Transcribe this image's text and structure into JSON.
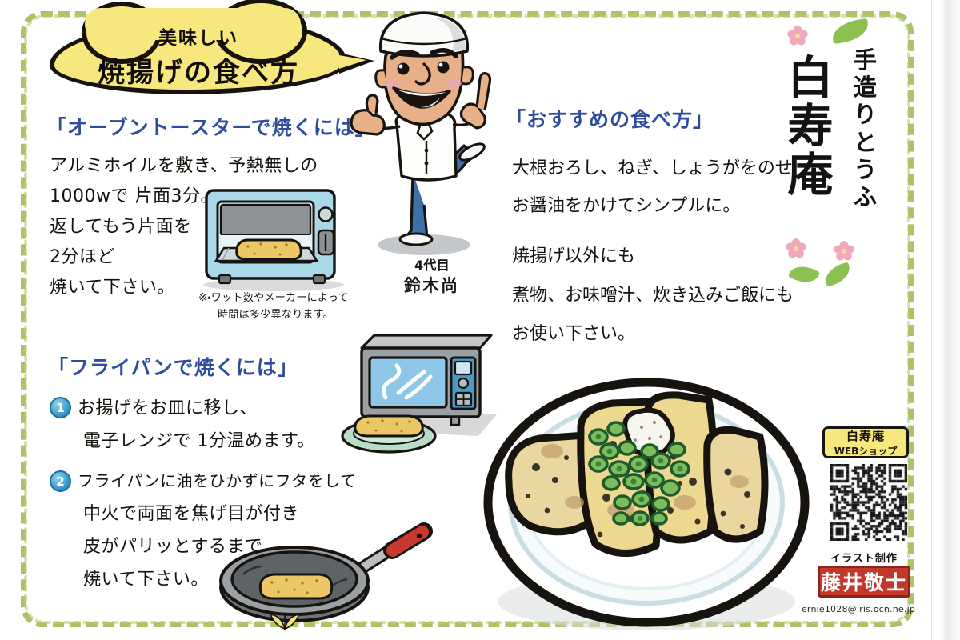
{
  "title_bubble": {
    "line1": "美味しい",
    "line2": "焼揚げの食べ方"
  },
  "sections": [
    {
      "heading": "「オーブントースターで焼くには」",
      "lines": [
        "アルミホイルを敷き、予熱無しの",
        "1000wで 片面3分。",
        "返してもう片面を",
        "2分ほど",
        "焼いて下さい。"
      ],
      "note": [
        "※・ワット数やメーカーによって",
        "時間は多少異なります。"
      ]
    },
    {
      "heading": "「フライパンで焼くには」",
      "steps": [
        {
          "num": "1",
          "lines": [
            "お揚げをお皿に移し、",
            "電子レンジで 1分温めます。"
          ]
        },
        {
          "num": "2",
          "lines": [
            "フライパンに油をひかずにフタをして",
            "中火で両面を焦げ目が付き",
            "皮がパリッとするまで",
            "焼いて下さい。"
          ]
        }
      ]
    },
    {
      "heading": "「おすすめの食べ方」",
      "lines": [
        "大根おろし、ねぎ、しょうがをのせ",
        "お醤油をかけてシンプルに。",
        "焼揚げ以外にも",
        "煮物、お味噌汁、炊き込みご飯にも",
        "お使い下さい。"
      ]
    }
  ],
  "chef": {
    "caption_line1": "4代目",
    "caption_line2": "鈴木尚"
  },
  "brand": {
    "tagline": "手造りとうふ",
    "name": "白寿庵"
  },
  "shop": {
    "badge_line1": "白寿庵",
    "badge_line2": "WEBショップ"
  },
  "credit": {
    "label": "イラスト制作",
    "seal_name": "藤井敬士",
    "email": "ernie1028@iris.ocn.ne.jp"
  },
  "colors": {
    "bubble_yellow": "#f6e87f",
    "heading_blue": "#2e4d9e",
    "frame_green": "#a8bf5e",
    "seal_red": "#c0392b",
    "ink": "#14110d",
    "toaster_blue": "#a9d9e8",
    "microwave_gray": "#9aa0a4",
    "pan_handle_red": "#c8392f"
  }
}
